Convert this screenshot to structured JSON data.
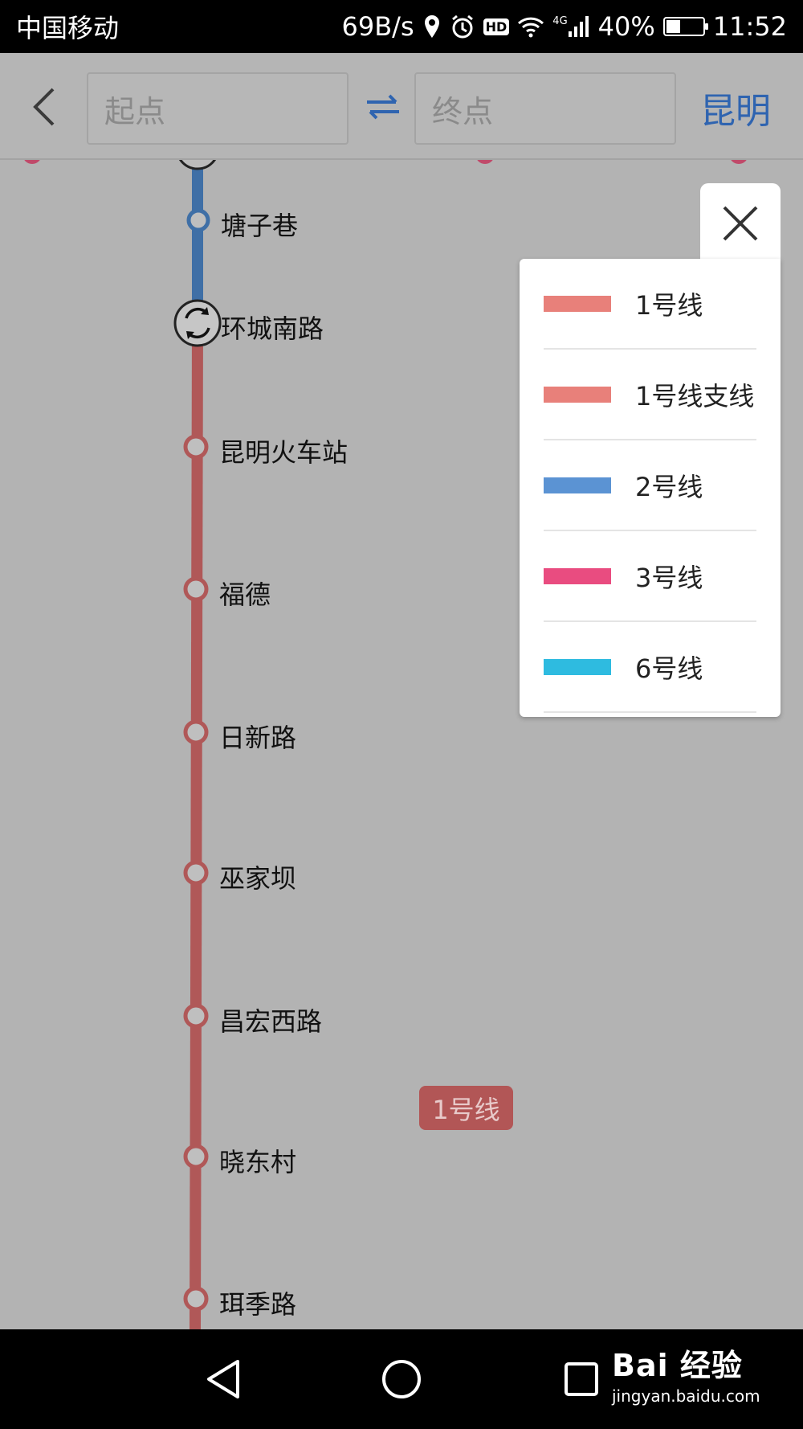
{
  "status_bar": {
    "carrier": "中国移动",
    "speed": "69B/s",
    "hd": "HD",
    "network": "4G",
    "battery": "40%",
    "battery_level": 0.4,
    "time": "11:52"
  },
  "search": {
    "start_placeholder": "起点",
    "end_placeholder": "终点",
    "city": "昆明"
  },
  "stations": [
    {
      "name": "塘子巷"
    },
    {
      "name": "环城南路"
    },
    {
      "name": "昆明火车站"
    },
    {
      "name": "福德"
    },
    {
      "name": "日新路"
    },
    {
      "name": "巫家坝"
    },
    {
      "name": "昌宏西路"
    },
    {
      "name": "晓东村"
    },
    {
      "name": "珥季路"
    }
  ],
  "line_tag": "1号线",
  "legend": {
    "items": [
      {
        "label": "1号线",
        "color": "#e8807a"
      },
      {
        "label": "1号线支线",
        "color": "#e8807a"
      },
      {
        "label": "2号线",
        "color": "#5b93d3"
      },
      {
        "label": "3号线",
        "color": "#e94c80"
      },
      {
        "label": "6号线",
        "color": "#2ebbe0"
      }
    ]
  },
  "colors": {
    "line1_dimmed": "#b05858",
    "line2_dimmed": "#3f6fa6",
    "accent": "#2f64b0"
  },
  "watermark": {
    "brand": "Bai 经验",
    "url": "jingyan.baidu.com"
  }
}
